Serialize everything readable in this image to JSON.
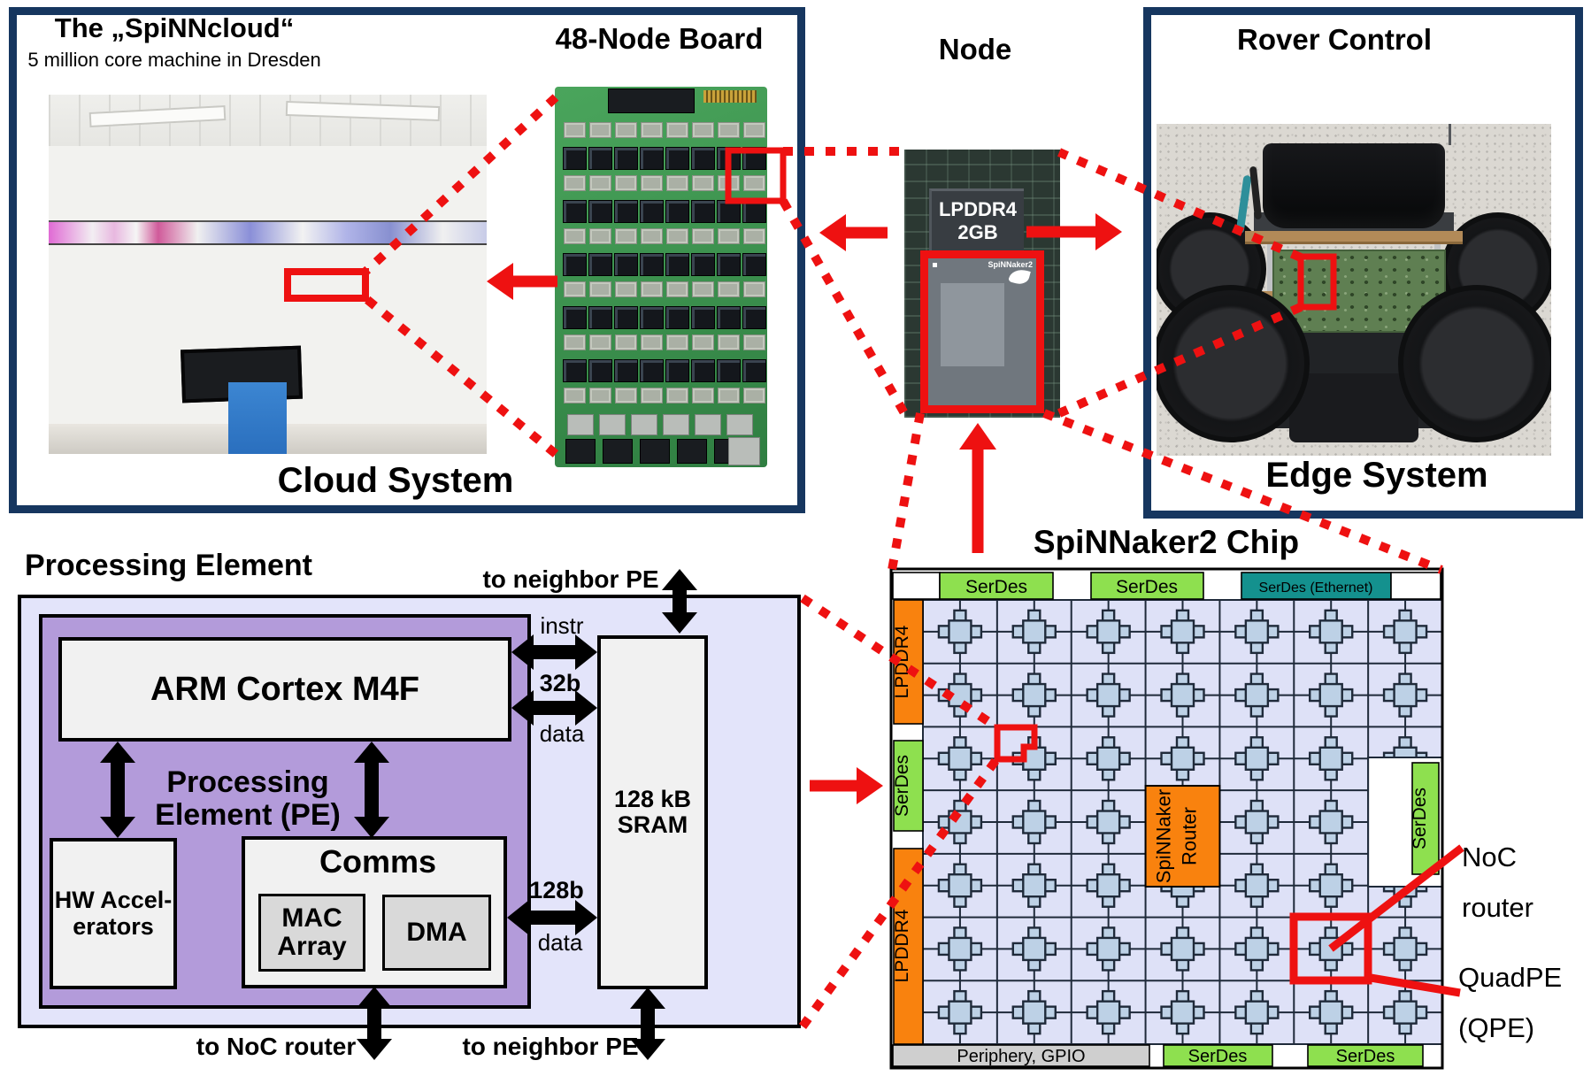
{
  "colors": {
    "red": "#ee1111",
    "navy": "#16365f",
    "lavender": "#e3e4fa",
    "purple": "#b39bda",
    "box_gray": "#f1f1f1",
    "sub_gray": "#d9d9d9",
    "orange": "#f9820e",
    "green": "#8ee04f",
    "teal": "#14918e",
    "periphery_gray": "#cfcfcf",
    "grid_lavender": "#dee1f7",
    "cross_fill": "#bdd1e6",
    "grid_line": "#1f2a3a"
  },
  "panels": {
    "cloud": {
      "title": "The „SpiNNcloud“",
      "subtitle": "5 million core machine in Dresden",
      "caption": "Cloud System"
    },
    "board": {
      "title": "48-Node Board"
    },
    "node": {
      "title": "Node",
      "mem_1": "LPDDR4",
      "mem_2": "2GB",
      "die_logo": "SpiNNaker2"
    },
    "rover": {
      "title": "Rover Control",
      "caption": "Edge System"
    }
  },
  "pe": {
    "heading": "Processing Element",
    "arm": "ARM Cortex M4F",
    "pe_label_1": "Processing",
    "pe_label_2": "Element (PE)",
    "hw_1": "HW Accel-",
    "hw_2": "erators",
    "comms": "Comms",
    "mac_1": "MAC",
    "mac_2": "Array",
    "dma": "DMA",
    "sram_1": "128 kB",
    "sram_2": "SRAM",
    "instr": "instr",
    "bus_32": "32b",
    "data_upper": "data",
    "bus_128": "128b",
    "data_lower": "data",
    "to_neighbor_top": "to neighbor PE",
    "to_noc_router": "to NoC router",
    "to_neighbor_bottom": "to neighbor PE"
  },
  "chip": {
    "title": "SpiNNaker2 Chip",
    "serdes_label": "SerDes",
    "serdes_ethernet_label": "SerDes (Ethernet)",
    "lpddr4_label": "LPDDR4",
    "spinnaker_router_1": "SpiNNaker",
    "spinnaker_router_2": "Router",
    "periphery_label": "Periphery, GPIO",
    "noc_1": "NoC",
    "noc_2": "router",
    "qpe_1": "QuadPE",
    "qpe_2": "(QPE)"
  }
}
